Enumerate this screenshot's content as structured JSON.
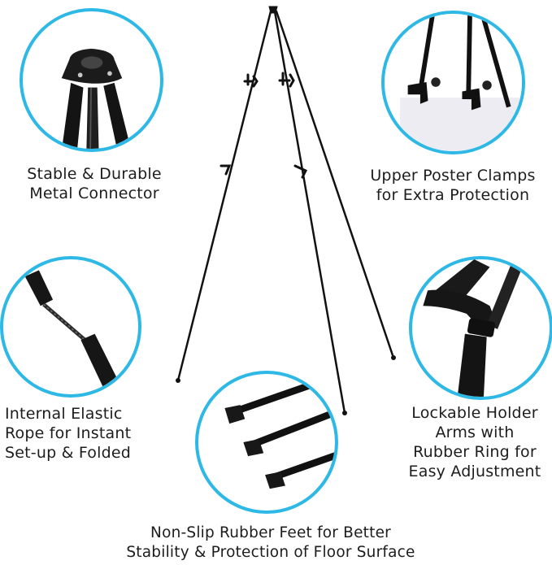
{
  "accent_color": "#2eb8e6",
  "features": [
    {
      "lines": [
        "Stable & Durable",
        "Metal Connector"
      ],
      "icon": "metal-connector-icon"
    },
    {
      "lines": [
        "Upper Poster Clamps",
        "for Extra Protection"
      ],
      "icon": "poster-clamp-icon"
    },
    {
      "lines": [
        "Internal Elastic",
        "Rope for Instant",
        "Set-up & Folded"
      ],
      "icon": "elastic-rope-icon"
    },
    {
      "lines": [
        "Lockable Holder",
        "Arms with",
        "Rubber Ring for",
        "Easy Adjustment"
      ],
      "icon": "holder-arm-icon"
    },
    {
      "lines": [
        "Non-Slip Rubber Feet for Better",
        "Stability & Protection of Floor Surface"
      ],
      "icon": "rubber-feet-icon"
    }
  ]
}
